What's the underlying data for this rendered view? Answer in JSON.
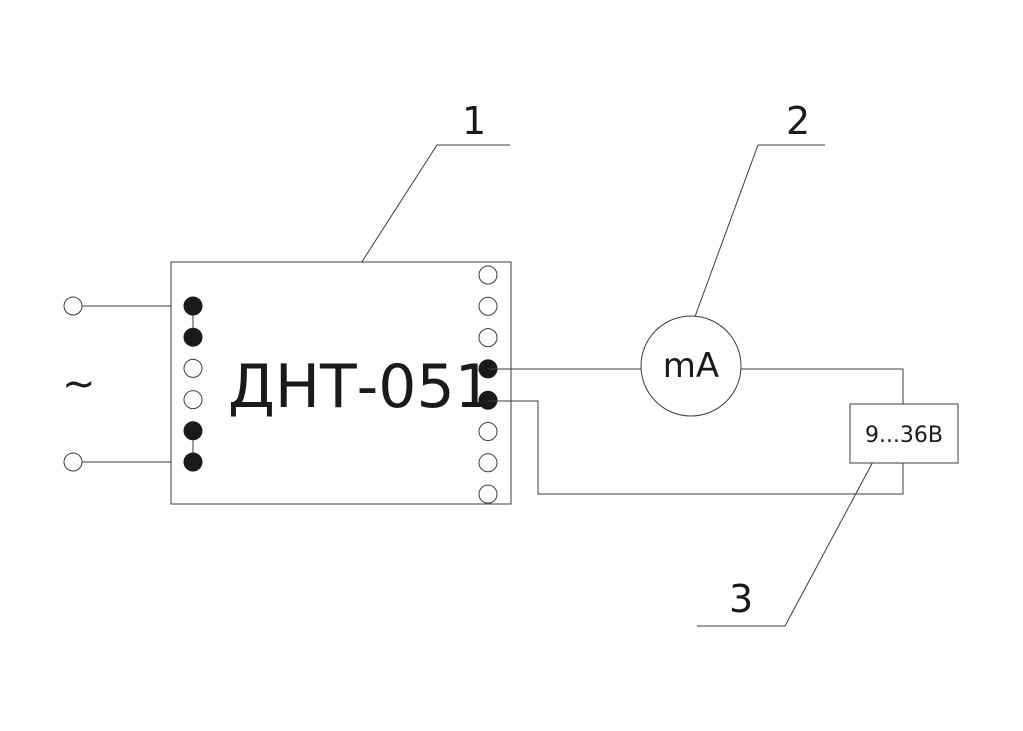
{
  "callouts": {
    "device": "1",
    "meter": "2",
    "supply": "3"
  },
  "device": {
    "label": "ДНТ-051"
  },
  "meter": {
    "label": "mA"
  },
  "supply": {
    "label": "9...36В"
  },
  "ac_input": {
    "symbol": "~"
  },
  "left_pins": {
    "filled": [
      true,
      true,
      false,
      false,
      true,
      true
    ]
  },
  "right_pins": {
    "filled": [
      false,
      false,
      false,
      true,
      true,
      false,
      false,
      false
    ]
  },
  "colors": {
    "line": "#3c3c3c",
    "ink": "#1a1a1a",
    "background": "#ffffff"
  }
}
